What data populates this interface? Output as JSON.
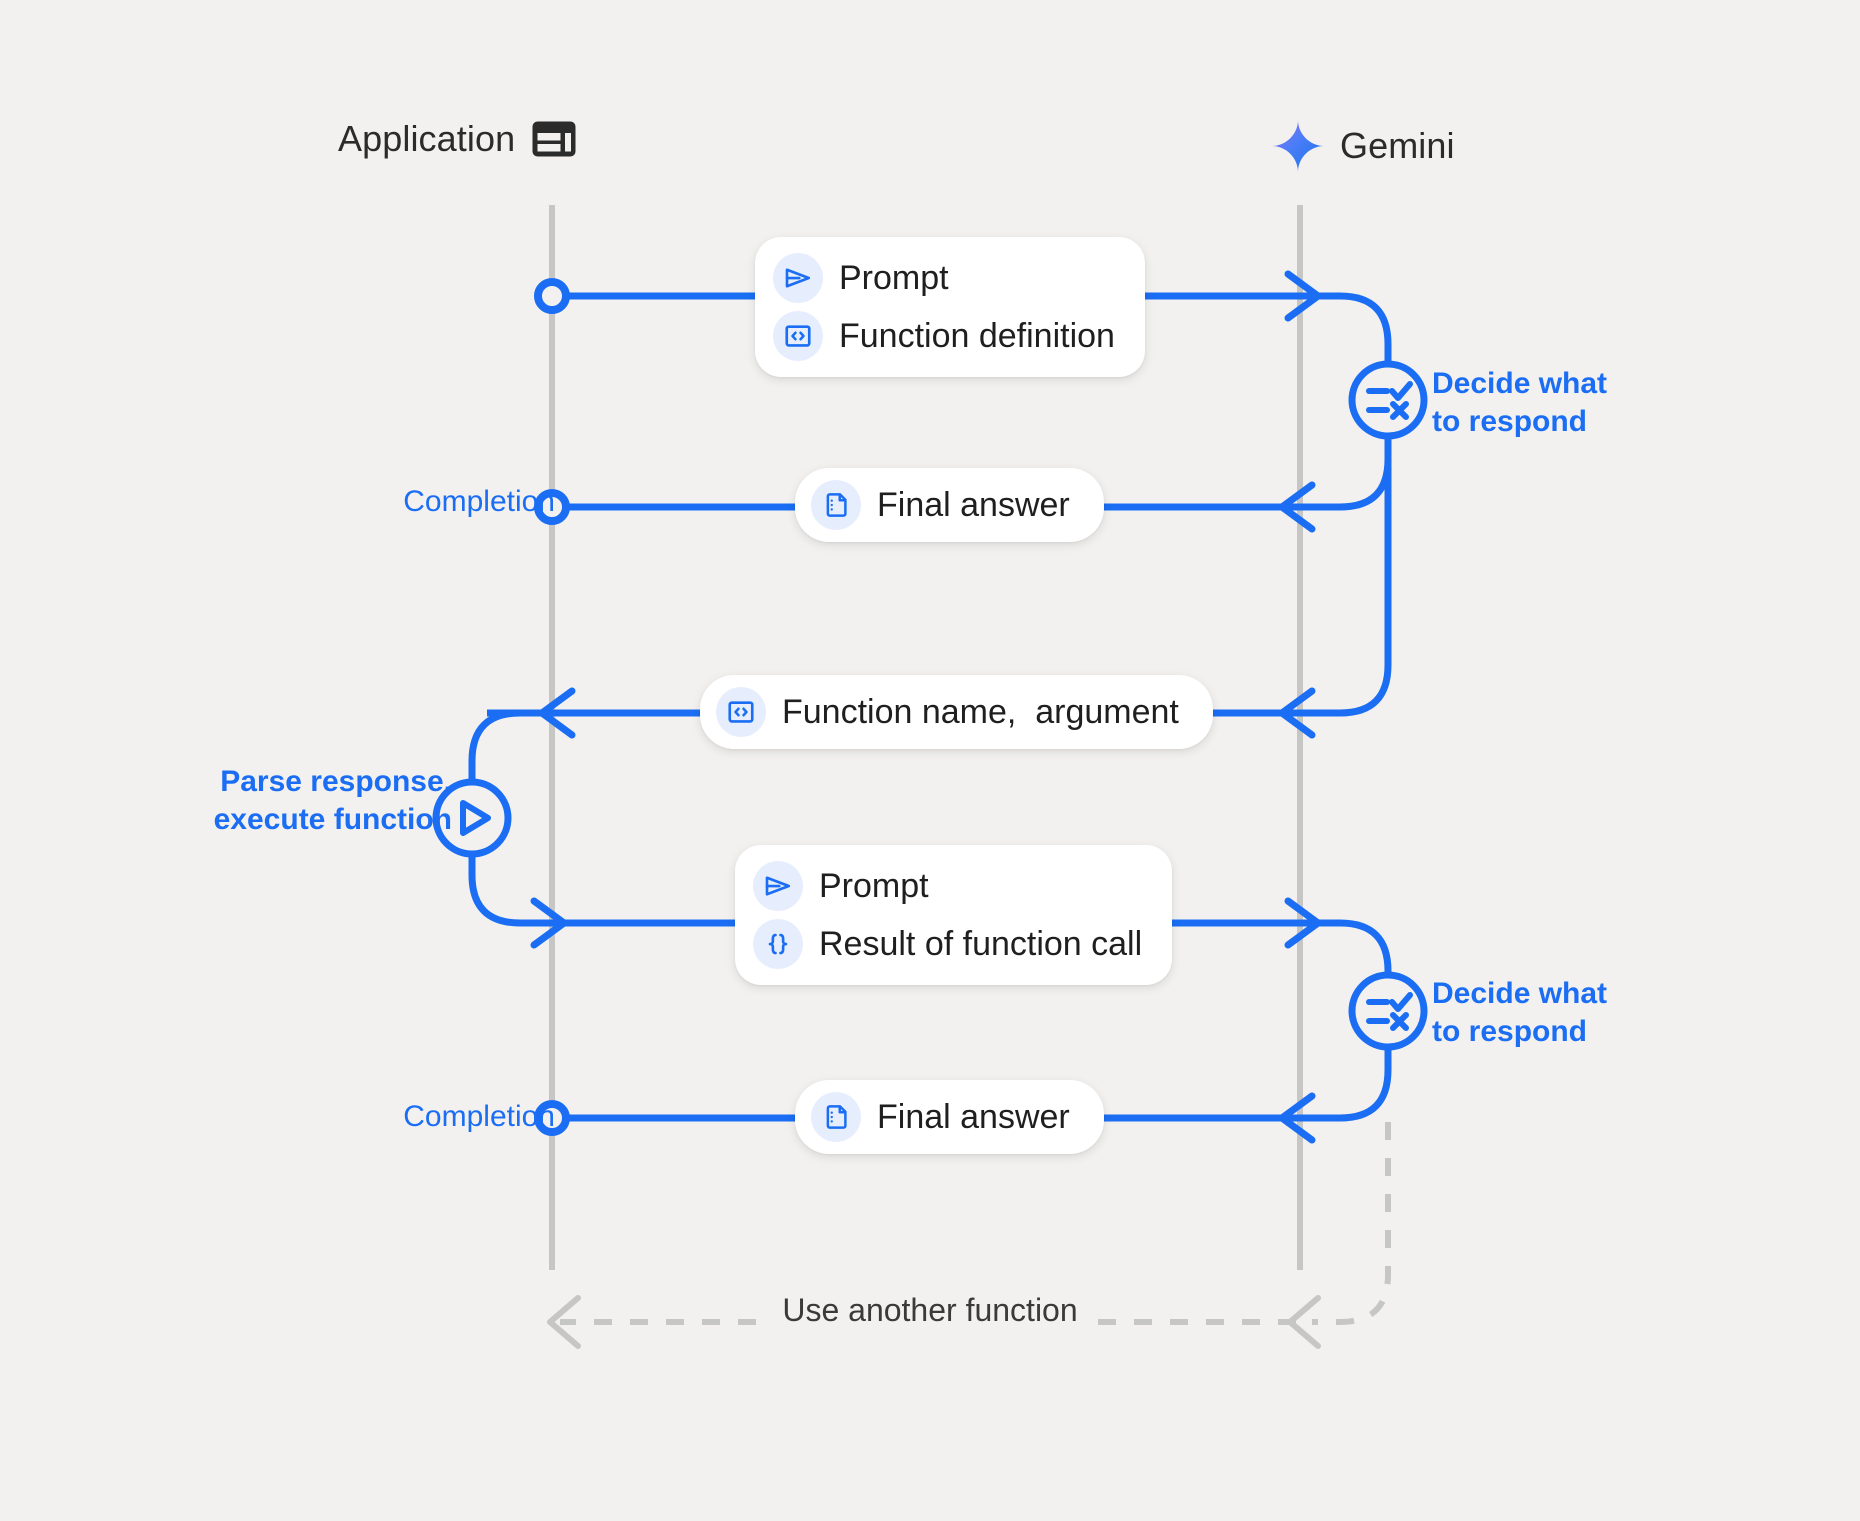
{
  "canvas": {
    "background": "#F2F1EF",
    "accent_blue": "#1B6EF3",
    "line_gray": "#C6C6C4",
    "text_dark": "#1F1F1F",
    "chip_bg": "#E6EDFD"
  },
  "lanes": [
    {
      "id": "application",
      "label": "Application",
      "icon": "application-window-icon"
    },
    {
      "id": "gemini",
      "label": "Gemini",
      "icon": "gemini-sparkle-icon"
    }
  ],
  "captions": {
    "completion_1": "Completion",
    "completion_2": "Completion",
    "parse_execute": "Parse response,\nexecute function",
    "decide_1": "Decide what\nto respond",
    "decide_2": "Decide what\nto respond"
  },
  "nodes": {
    "decide_1_icon": "checklist-decision-icon",
    "decide_2_icon": "checklist-decision-icon",
    "parse_icon": "play-circle-icon",
    "completion_1_icon": "circle-node-icon",
    "completion_2_icon": "circle-node-icon",
    "start_icon": "circle-node-icon"
  },
  "messages": [
    {
      "id": "prompt-function-definition",
      "direction": "app-to-gemini",
      "rows": [
        {
          "icon": "send-triangle-icon",
          "label": "Prompt"
        },
        {
          "icon": "code-brackets-icon",
          "label": "Function definition"
        }
      ]
    },
    {
      "id": "final-answer-1",
      "direction": "gemini-to-app",
      "rows": [
        {
          "icon": "document-icon",
          "label": "Final answer"
        }
      ]
    },
    {
      "id": "function-name-argument",
      "direction": "gemini-to-app",
      "rows": [
        {
          "icon": "code-brackets-icon",
          "label": "Function name,  argument"
        }
      ]
    },
    {
      "id": "prompt-result-of-function-call",
      "direction": "app-to-gemini",
      "rows": [
        {
          "icon": "send-triangle-icon",
          "label": "Prompt"
        },
        {
          "icon": "curly-braces-icon",
          "label": "Result of function call"
        }
      ]
    },
    {
      "id": "final-answer-2",
      "direction": "gemini-to-app",
      "rows": [
        {
          "icon": "document-icon",
          "label": "Final answer"
        }
      ]
    }
  ],
  "loop": {
    "label": "Use another function",
    "style": "dashed"
  }
}
